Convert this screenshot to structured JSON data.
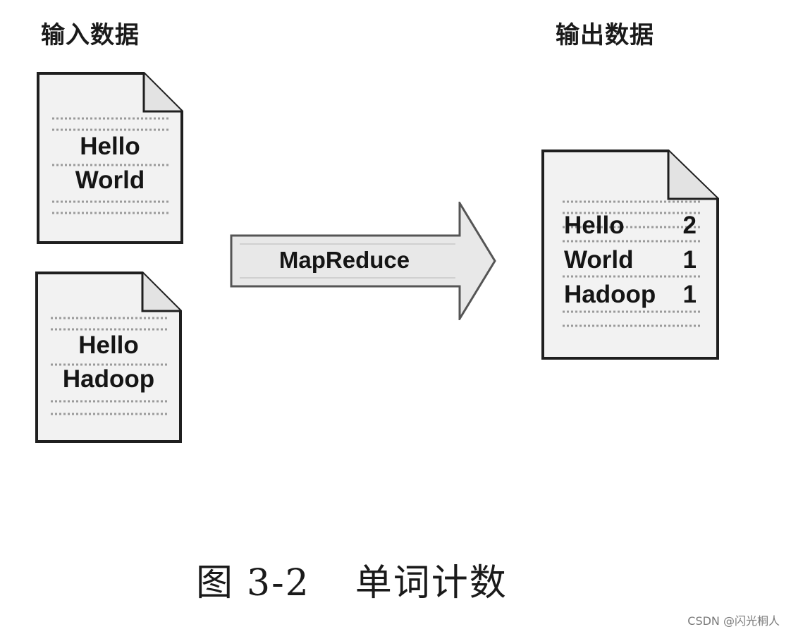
{
  "headings": {
    "input": "输入数据",
    "output": "输出数据"
  },
  "input_documents": [
    {
      "lines": [
        "Hello",
        "World"
      ]
    },
    {
      "lines": [
        "Hello",
        "Hadoop"
      ]
    }
  ],
  "process": {
    "label": "MapReduce"
  },
  "output_document": {
    "rows": [
      {
        "word": "Hello",
        "count": "2"
      },
      {
        "word": "World",
        "count": "1"
      },
      {
        "word": "Hadoop",
        "count": "1"
      }
    ]
  },
  "caption": {
    "label": "图",
    "number": "3-2",
    "title": "单词计数"
  },
  "watermark": "CSDN @闪光桐人",
  "colors": {
    "doc_fill": "#f2f2f2",
    "doc_outline": "#1f1f1f",
    "arrow_fill": "#e8e8e8",
    "arrow_outline": "#555555",
    "dotted_line": "#9a9a9a",
    "watermark": "#7a7a7a"
  },
  "icons": {
    "document": "document-icon",
    "arrow": "right-arrow-icon"
  }
}
